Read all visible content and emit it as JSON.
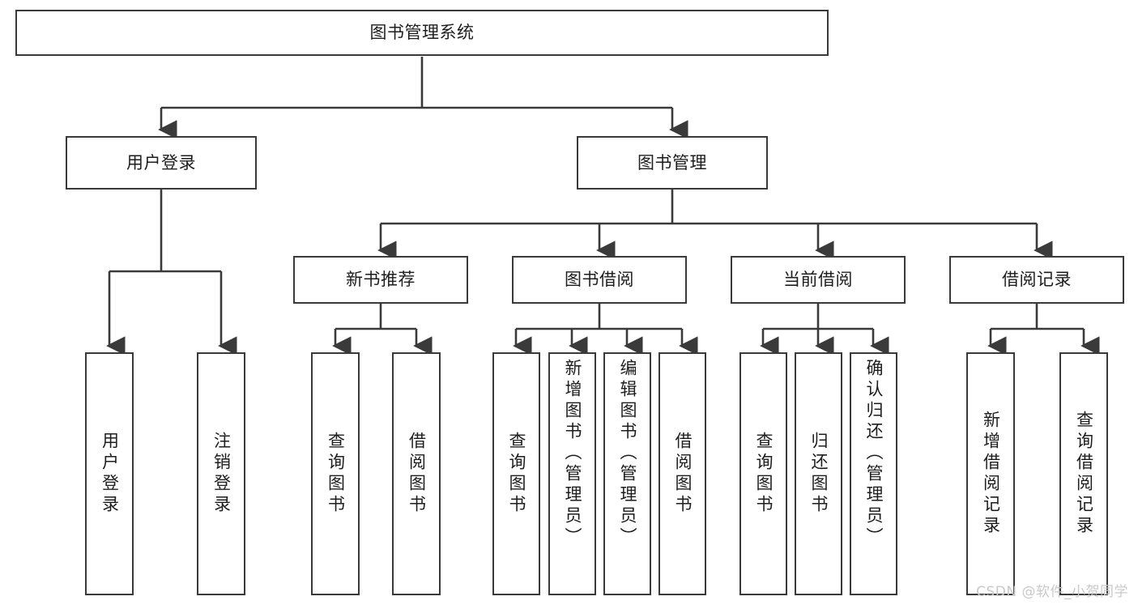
{
  "diagram": {
    "title": "图书管理系统",
    "type": "tree-hierarchy",
    "watermark": "CSDN @软件_小贺同学",
    "colors": {
      "box_border": "#3a3a3a",
      "box_fill": "#ffffff",
      "connector": "#3a3a3a",
      "text": "#1d1d1d",
      "watermark": "#c9c9c9"
    },
    "root": {
      "label": "图书管理系统"
    },
    "level1": [
      {
        "label": "用户登录"
      },
      {
        "label": "图书管理"
      }
    ],
    "level2": [
      {
        "label": "新书推荐"
      },
      {
        "label": "图书借阅"
      },
      {
        "label": "当前借阅"
      },
      {
        "label": "借阅记录"
      }
    ],
    "leaves": {
      "user_login": [
        {
          "label": "用户登录"
        },
        {
          "label": "注销登录"
        }
      ],
      "new_book_recommend": [
        {
          "label": "查询图书"
        },
        {
          "label": "借阅图书"
        }
      ],
      "book_borrow": [
        {
          "label": "查询图书"
        },
        {
          "label": "新增图书（管理员）"
        },
        {
          "label": "编辑图书（管理员）"
        },
        {
          "label": "借阅图书"
        }
      ],
      "current_borrow": [
        {
          "label": "查询图书"
        },
        {
          "label": "归还图书"
        },
        {
          "label": "确认归还（管理员）"
        }
      ],
      "borrow_record": [
        {
          "label": "新增借阅记录"
        },
        {
          "label": "查询借阅记录"
        }
      ]
    }
  }
}
